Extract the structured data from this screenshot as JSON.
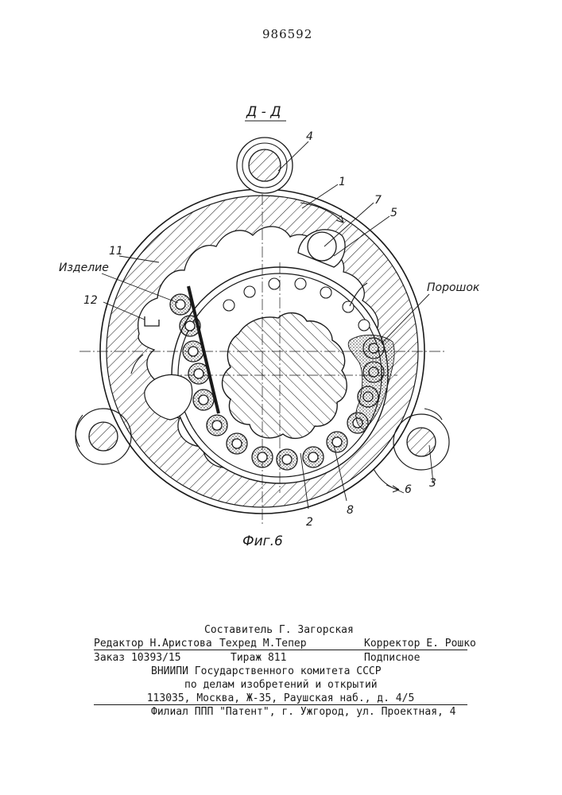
{
  "page": {
    "patent_number": "986592"
  },
  "figure": {
    "section_label": "Д - Д",
    "caption": "Фиг.6",
    "labels": {
      "product": "Изделие",
      "powder": "Порошок",
      "n1": "1",
      "n2": "2",
      "n3": "3",
      "n4": "4",
      "n5": "5",
      "n6": "6",
      "n7": "7",
      "n8": "8",
      "n11": "11",
      "n12": "12"
    }
  },
  "footer": {
    "compiler": "Составитель Г. Загорская",
    "editor": "Редактор Н.Аристова",
    "techred": "Техред М.Тепер",
    "corrector": "Корректор Е. Рошко",
    "order": "Заказ 10393/15",
    "circulation": "Тираж 811",
    "subscription": "Подписное",
    "org_line1": "ВНИИПИ Государственного комитета СССР",
    "org_line2": "по делам изобретений и открытий",
    "address": "113035, Москва, Ж-35, Раушская наб., д. 4/5",
    "branch": "Филиал ППП \"Патент\", г. Ужгород, ул. Проектная, 4"
  }
}
